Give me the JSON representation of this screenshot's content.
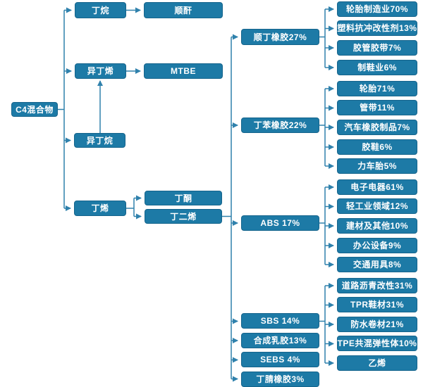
{
  "colors": {
    "node_fill": "#1D7AA6",
    "node_border": "#15648C",
    "connector": "#2F81AC",
    "text": "#FFFFFF",
    "background": "#FFFFFF"
  },
  "diagram": {
    "tree": {
      "label": "C4混合物",
      "children": [
        {
          "label": "丁烷",
          "children": [
            {
              "label": "顺酐"
            }
          ]
        },
        {
          "label": "异丁烯",
          "children": [
            {
              "label": "MTBE"
            }
          ]
        },
        {
          "label": "异丁烷"
        },
        {
          "label": "丁烯",
          "children": [
            {
              "label": "丁酮"
            },
            {
              "label": "丁二烯",
              "children": [
                {
                  "label": "顺丁橡胶27%",
                  "children": [
                    {
                      "label": "轮胎制造业70%"
                    },
                    {
                      "label": "塑料抗冲改性剂13%"
                    },
                    {
                      "label": "胶管胶带7%"
                    },
                    {
                      "label": "制鞋业6%"
                    }
                  ]
                },
                {
                  "label": "丁苯橡胶22%",
                  "children": [
                    {
                      "label": "轮胎71%"
                    },
                    {
                      "label": "管带11%"
                    },
                    {
                      "label": "汽车橡胶制品7%"
                    },
                    {
                      "label": "胶鞋6%"
                    },
                    {
                      "label": "力车胎5%"
                    }
                  ]
                },
                {
                  "label": "ABS 17%",
                  "children": [
                    {
                      "label": "电子电器61%"
                    },
                    {
                      "label": "轻工业领域12%"
                    },
                    {
                      "label": "建材及其他10%"
                    },
                    {
                      "label": "办公设备9%"
                    },
                    {
                      "label": "交通用具8%"
                    }
                  ]
                },
                {
                  "label": "SBS 14%",
                  "children": [
                    {
                      "label": "道路沥青改性31%"
                    },
                    {
                      "label": "TPR鞋材31%"
                    },
                    {
                      "label": "防水卷材21%"
                    },
                    {
                      "label": "TPE共混弹性体10%"
                    },
                    {
                      "label": "乙烯"
                    }
                  ]
                },
                {
                  "label": "合成乳胶13%"
                },
                {
                  "label": "SEBS 4%"
                },
                {
                  "label": "丁腈橡胶3%"
                }
              ]
            }
          ]
        }
      ]
    }
  }
}
